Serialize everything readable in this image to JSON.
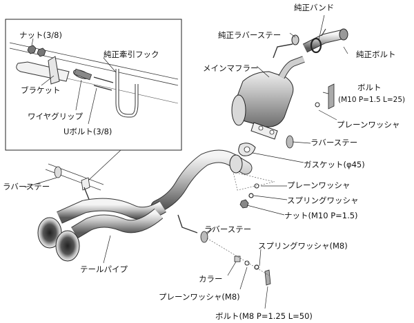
{
  "labels": {
    "genuine_band": "純正バンド",
    "genuine_rubber_stay": "純正ラバーステー",
    "genuine_bolt": "純正ボルト",
    "main_muffler": "メインマフラー",
    "bolt": "ボルト",
    "bolt_spec": "(M10 P=1.5 L=25)",
    "plain_washer": "プレーンワッシャ",
    "rubber_stay": "ラバーステー",
    "gasket": "ガスケット(φ45)",
    "plain_washer_2": "プレーンワッシャ",
    "spring_washer": "スプリングワッシャ",
    "nut_m10": "ナット(M10 P=1.5)",
    "rubber_stay_left": "ラバーステー",
    "rubber_stay_lower": "ラバーステー",
    "spring_washer_m8": "スプリングワッシャ(M8)",
    "tail_pipe": "テールパイプ",
    "collar": "カラー",
    "plain_washer_m8": "プレーンワッシャ(M8)",
    "bolt_m8": "ボルト(M8 P=1.25 L=50)",
    "inset_nut": "ナット(3/8)",
    "inset_tow_hook": "純正牽引フック",
    "inset_bracket": "ブラケット",
    "inset_wire_grip": "ワイヤグリップ",
    "inset_u_bolt": "Uボルト(3/8)"
  }
}
